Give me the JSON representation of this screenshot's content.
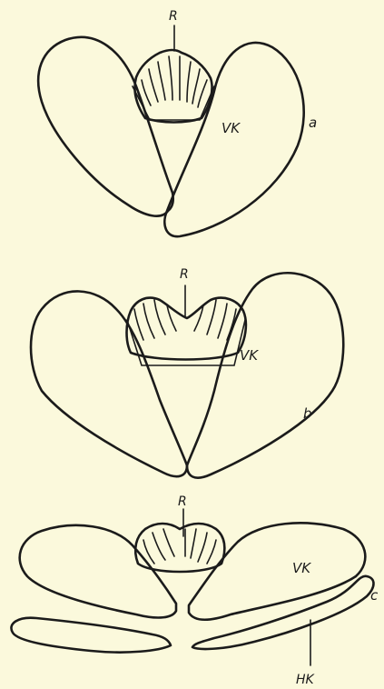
{
  "labels": {
    "receptaculum": "R",
    "front_petal": "VK",
    "back_petal": "HK",
    "fig_a": "a",
    "fig_b": "b",
    "fig_c": "c"
  },
  "colors": {
    "background": "#fbf9dc",
    "ink": "#1b1b1b"
  }
}
